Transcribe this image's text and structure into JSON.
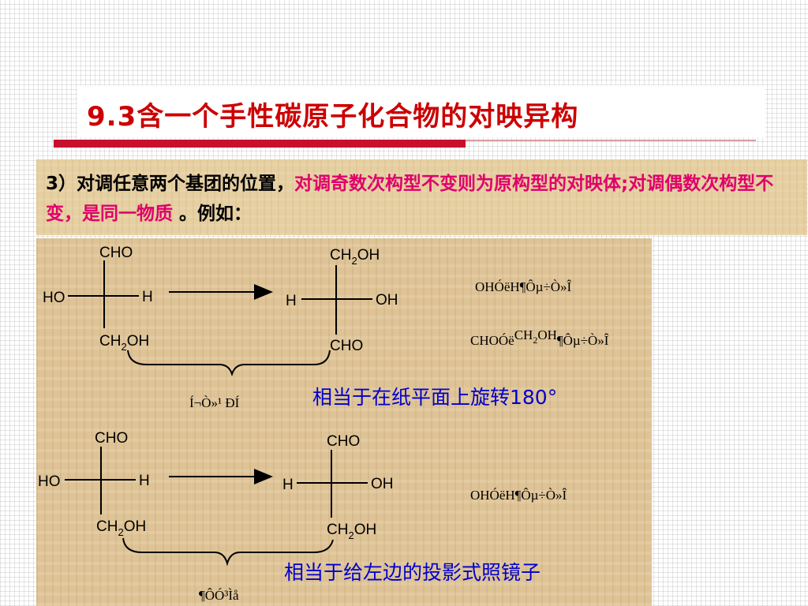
{
  "title": "9.3含一个手性碳原子化合物的对映异构",
  "intro": {
    "black_1": "3）对调任意两个基团的位置，",
    "red": "对调奇数次构型不变则为原构型的对映体;对调偶数次构型不变，是同一物质",
    "black_2": " 。例如："
  },
  "diagram": {
    "row1_left": {
      "top": "CHO",
      "left": "HO",
      "right": "H",
      "bottom": "CH2OH",
      "bottom_base": "CH",
      "bottom_sub": "2",
      "bottom_tail": "OH"
    },
    "row1_right": {
      "top": "CH2OH",
      "top_base": "CH",
      "top_sub": "2",
      "top_tail": "OH",
      "left": "H",
      "right": "OH",
      "bottom": "CHO"
    },
    "note1": "OHÓëH¶Ôµ÷Ò»Î",
    "note2_a": "CHOÓë",
    "note2_b_base": "CH",
    "note2_b_sub": "2",
    "note2_b_tail": "OH",
    "note2_c": "¶Ôµ÷Ò»Î",
    "brace1_label": "Í¬Ò»¹ ÐÍ",
    "blue_note1": "相当于在纸平面上旋转180°",
    "row2_left": {
      "top": "CHO",
      "left": "HO",
      "right": "H",
      "bottom_base": "CH",
      "bottom_sub": "2",
      "bottom_tail": "OH"
    },
    "row2_right": {
      "top": "CHO",
      "left": "H",
      "right": "OH",
      "bottom_base": "CH",
      "bottom_sub": "2",
      "bottom_tail": "OH"
    },
    "note3": "OHÓëH¶Ôµ÷Ò»Î",
    "blue_note2": "相当于给左边的投影式照镜子",
    "brace2_label": "¶ÔÓ³Ìå"
  },
  "colors": {
    "title": "#cc0000",
    "highlight": "#e0006a",
    "note": "#0000cc",
    "rule": "#c8102e"
  }
}
